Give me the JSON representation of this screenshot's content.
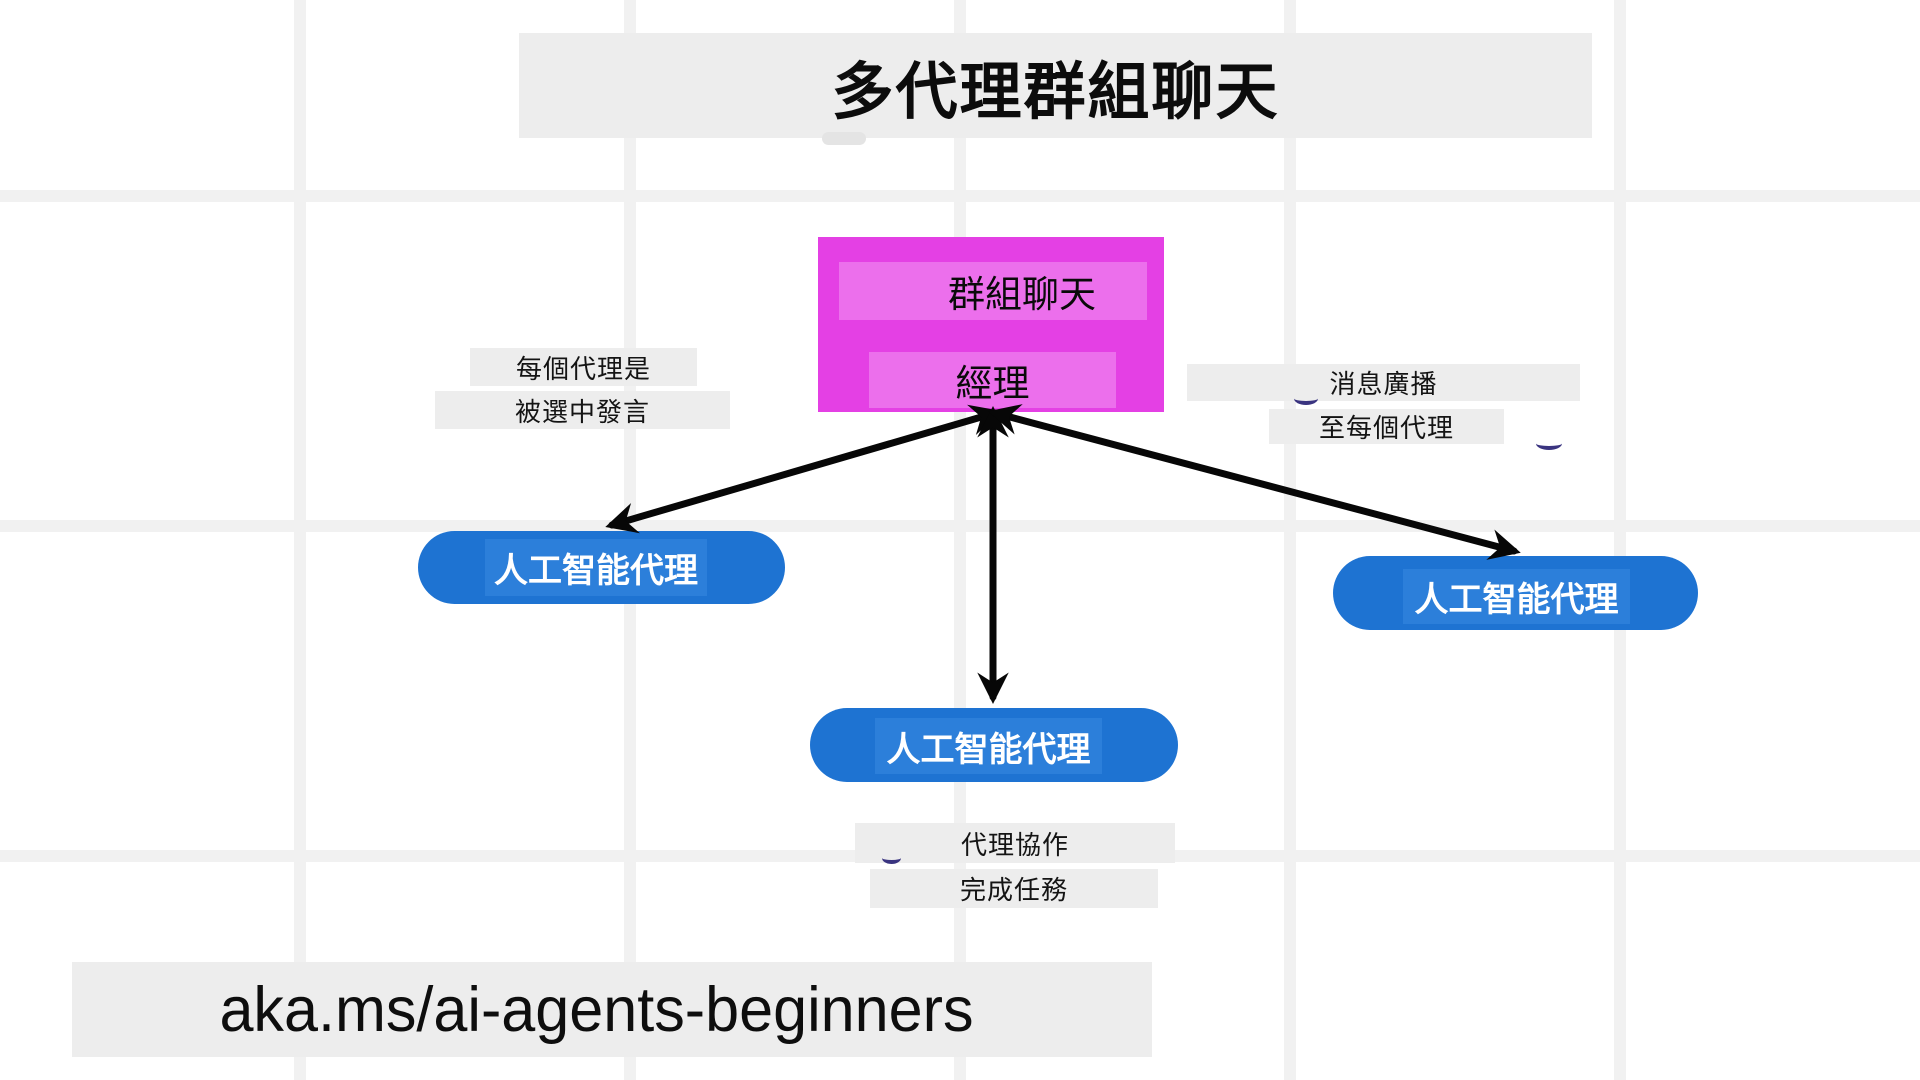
{
  "title": "多代理群組聊天",
  "manager": {
    "line1": "群組聊天",
    "line2": "經理"
  },
  "agents": [
    {
      "label": "人工智能代理"
    },
    {
      "label": "人工智能代理"
    },
    {
      "label": "人工智能代理"
    }
  ],
  "annotations": {
    "left": [
      "每個代理是",
      "被選中發言"
    ],
    "right": [
      "消息廣播",
      "至每個代理"
    ],
    "bottom": [
      "代理協作",
      "完成任務"
    ]
  },
  "footer": {
    "url": "aka.ms/ai-agents-beginners"
  },
  "colors": {
    "magenta": "#e440e4",
    "magenta-light": "#ec6fec",
    "blue": "#1e73d2",
    "blue-light": "#2c7fda",
    "band": "#ededed",
    "grid": "#f1f1f1",
    "ink": "#3a3480",
    "arrow": "#070707"
  }
}
